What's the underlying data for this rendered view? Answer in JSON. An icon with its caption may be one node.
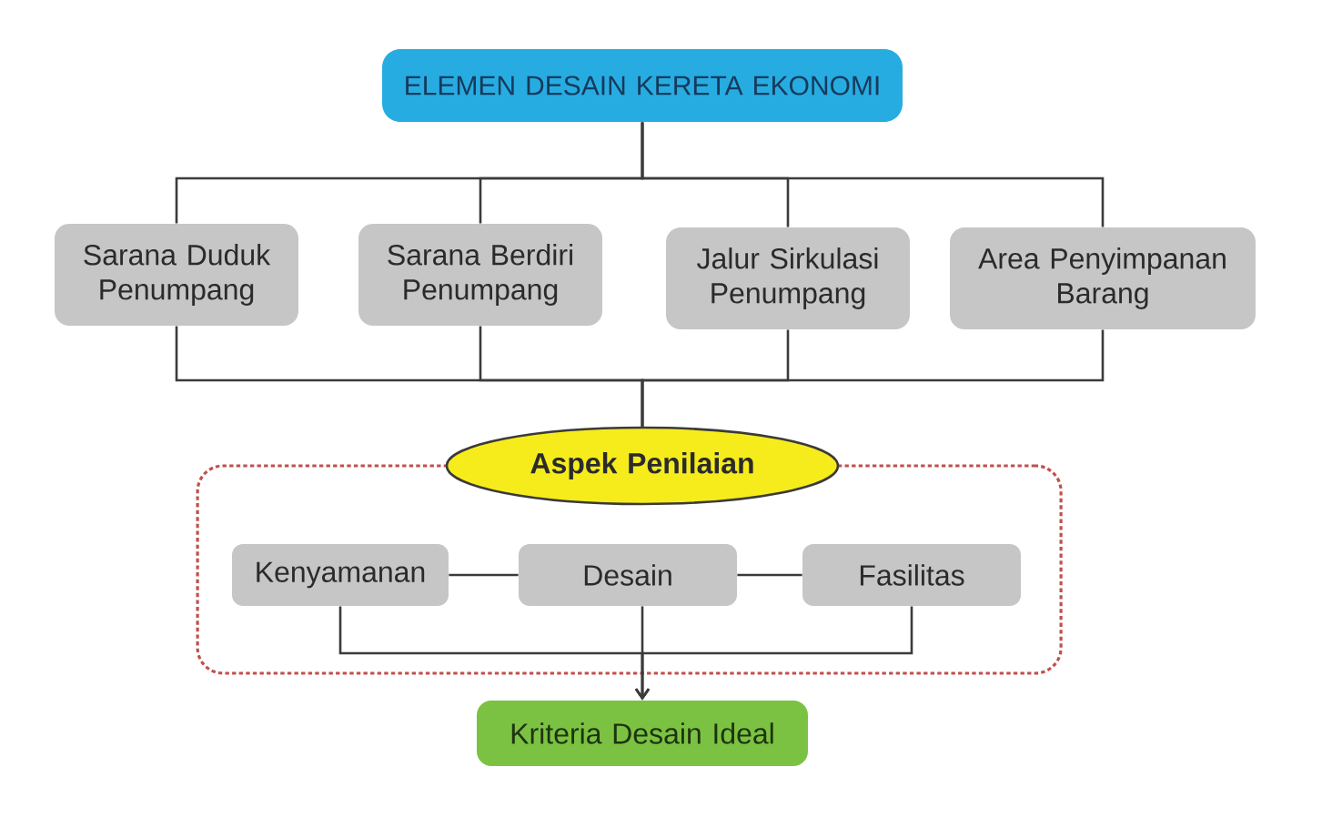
{
  "diagram": {
    "nodes": [
      {
        "text": [
          "ELEMEN DESAIN KERETA EKONOMI"
        ]
      },
      {
        "text": [
          "Sarana Duduk Penumpang"
        ]
      },
      {
        "text": [
          "Sarana Berdiri Penumpang"
        ]
      },
      {
        "text": [
          "Jalur Sirkulasi Penumpang"
        ]
      },
      {
        "text": [
          "Area Penyimpanan Barang"
        ]
      },
      {
        "text": [
          "Aspek Penilaian"
        ]
      },
      {
        "text": [],
        "shape": "box"
      },
      {
        "text": [
          "Kenyamanan"
        ],
        "in": 6
      },
      {
        "text": [
          "Desain"
        ],
        "in": 6
      },
      {
        "text": [
          "Fasilitas"
        ],
        "in": 6
      },
      {
        "text": [
          "Kriteria Desain Ideal"
        ]
      }
    ],
    "edges": [
      {
        "from": 0,
        "to": 1,
        "arrow": "none"
      },
      {
        "from": 0,
        "to": 2,
        "arrow": "none"
      },
      {
        "from": 0,
        "to": 3,
        "arrow": "none"
      },
      {
        "from": 0,
        "to": 4,
        "arrow": "none"
      },
      {
        "from": 1,
        "to": 5,
        "arrow": "none"
      },
      {
        "from": 2,
        "to": 5,
        "arrow": "none"
      },
      {
        "from": 3,
        "to": 5,
        "arrow": "none"
      },
      {
        "from": 4,
        "to": 5,
        "arrow": "none"
      },
      {
        "from": 7,
        "to": 8,
        "arrow": "none"
      },
      {
        "from": 8,
        "to": 9,
        "arrow": "none"
      },
      {
        "from": 7,
        "to": 10,
        "arrow": "to"
      },
      {
        "from": 8,
        "to": 10,
        "arrow": "to"
      },
      {
        "from": 9,
        "to": 10,
        "arrow": "to"
      }
    ]
  }
}
